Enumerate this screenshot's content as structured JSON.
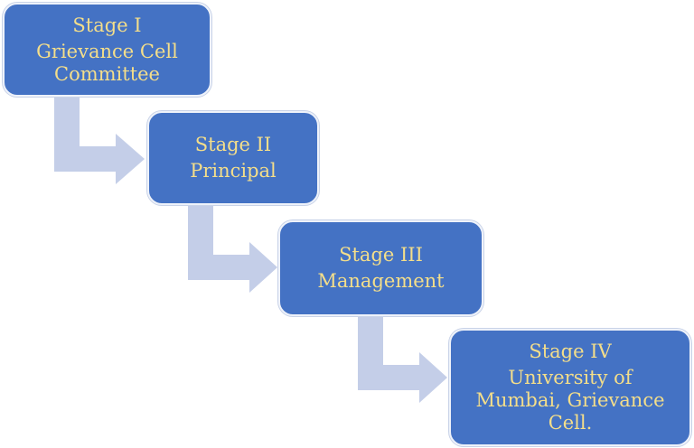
{
  "stages": [
    {
      "title": "Stage I",
      "lines": [
        "Grievance Cell",
        "Committee"
      ]
    },
    {
      "title": "Stage II",
      "lines": [
        "Principal"
      ]
    },
    {
      "title": "Stage III",
      "lines": [
        "Management"
      ]
    },
    {
      "title": "Stage IV",
      "lines": [
        "University of",
        "Mumbai, Grievance",
        "Cell."
      ]
    }
  ],
  "colors": {
    "box_fill": "#4472c4",
    "box_text": "#f4de8a",
    "arrow_fill": "#c4cee8"
  }
}
